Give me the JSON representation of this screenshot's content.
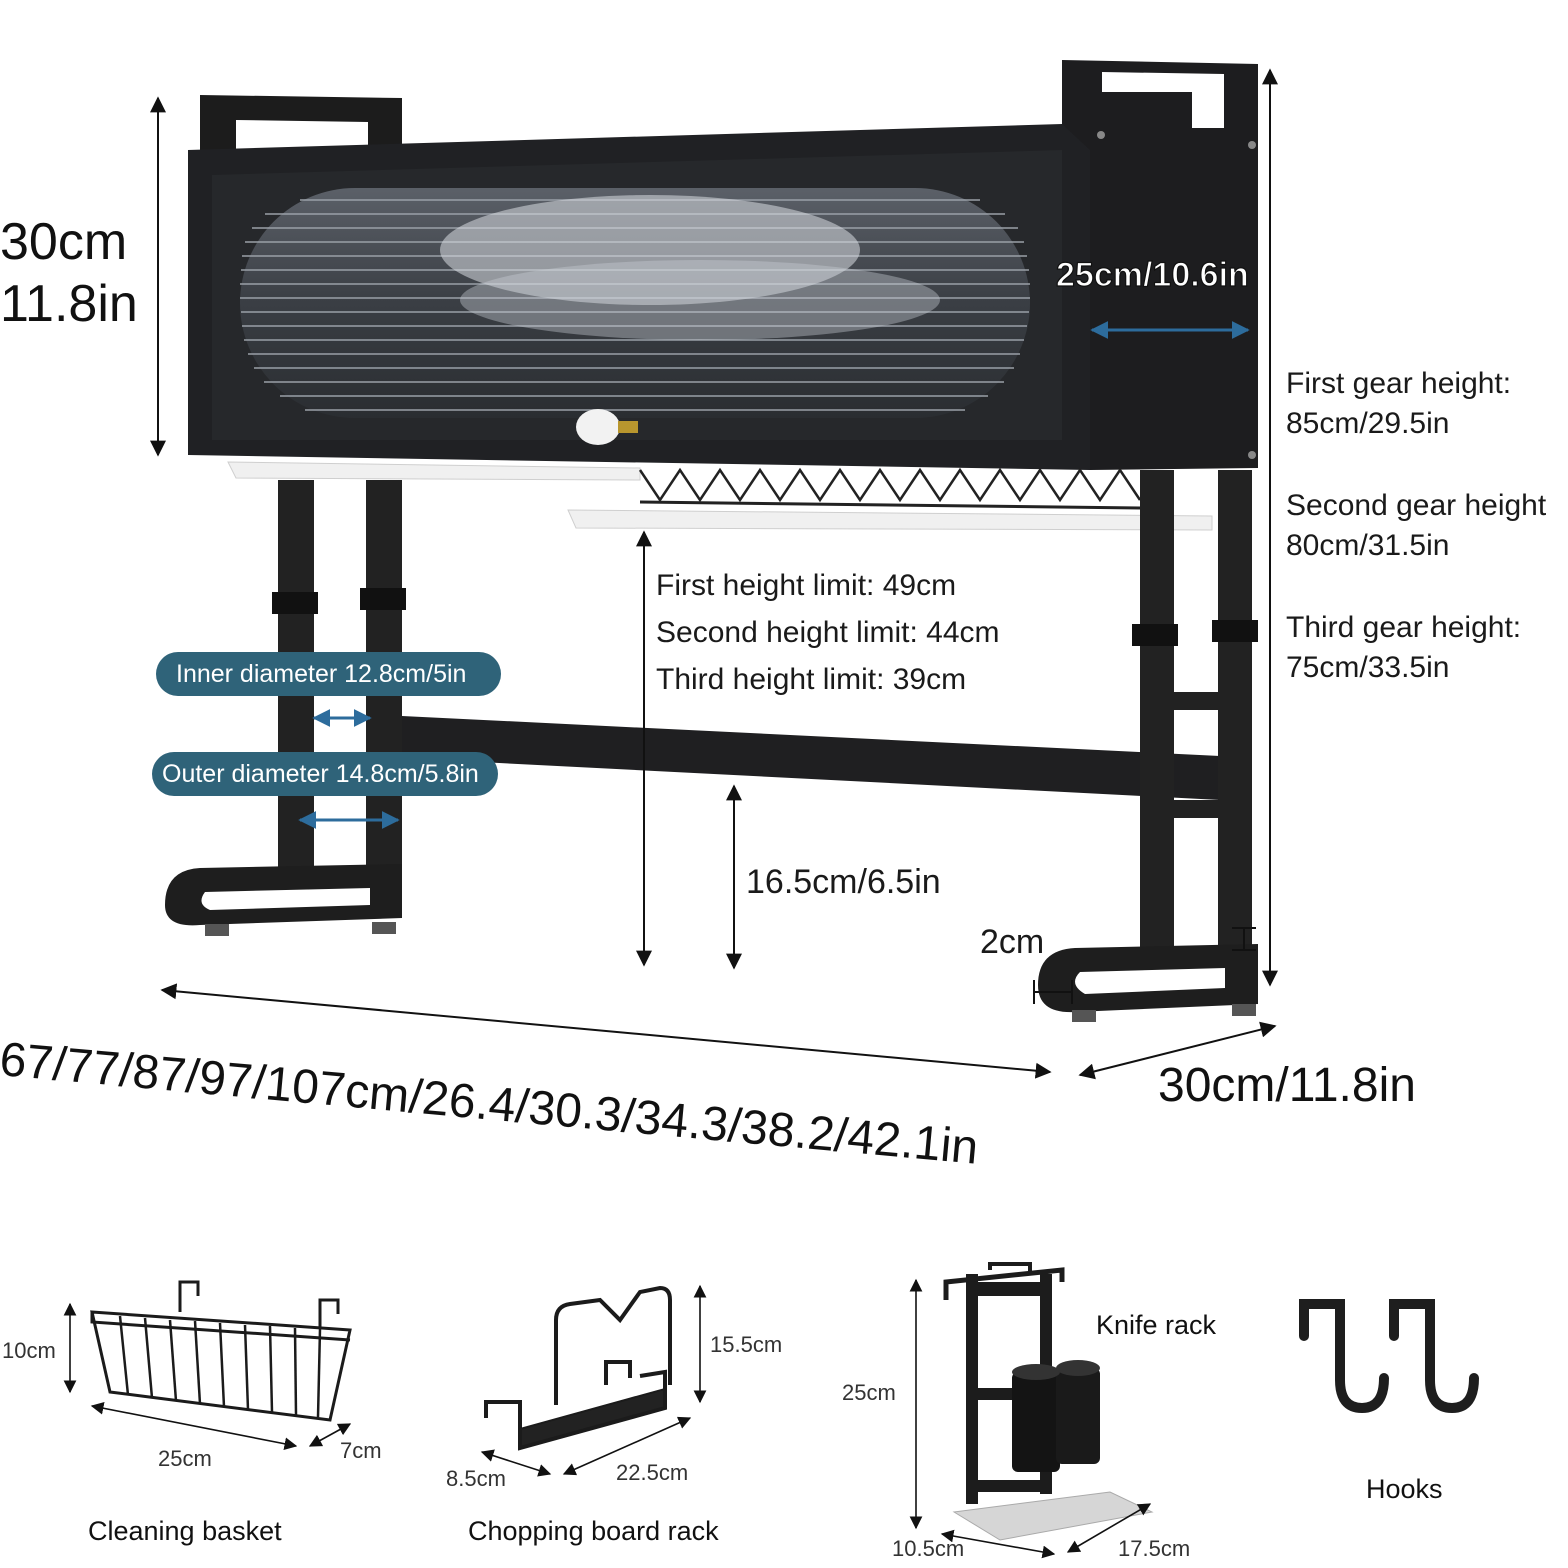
{
  "main_rack": {
    "height_cm": "30cm",
    "height_in": "11.8in",
    "depth_label": "25cm/10.6in",
    "gear_heights": [
      {
        "line1": "First gear height:",
        "line2": "85cm/29.5in"
      },
      {
        "line1": "Second gear height",
        "line2": "80cm/31.5in"
      },
      {
        "line1": "Third gear height:",
        "line2": "75cm/33.5in"
      }
    ],
    "height_limits": [
      "First height limit: 49cm",
      "Second height limit: 44cm",
      "Third height limit: 39cm"
    ],
    "inner_diameter": "Inner diameter 12.8cm/5in",
    "outer_diameter": "Outer diameter 14.8cm/5.8in",
    "clearance": "16.5cm/6.5in",
    "tube": "2cm",
    "length": "67/77/87/97/107cm/26.4/30.3/34.3/38.2/42.1in",
    "width": "30cm/11.8in"
  },
  "accessories": {
    "cleaning_basket": {
      "name": "Cleaning basket",
      "height": "10cm",
      "length": "25cm",
      "depth": "7cm"
    },
    "chopping_board_rack": {
      "name": "Chopping board rack",
      "height": "15.5cm",
      "depth": "8.5cm",
      "length": "22.5cm"
    },
    "knife_rack": {
      "name": "Knife rack",
      "height": "25cm",
      "depth": "10.5cm",
      "length": "17.5cm"
    },
    "hooks": {
      "name": "Hooks"
    }
  },
  "colors": {
    "frame": "#1c1c1c",
    "pill": "#2f6379",
    "arrow": "#2d6c9c"
  }
}
